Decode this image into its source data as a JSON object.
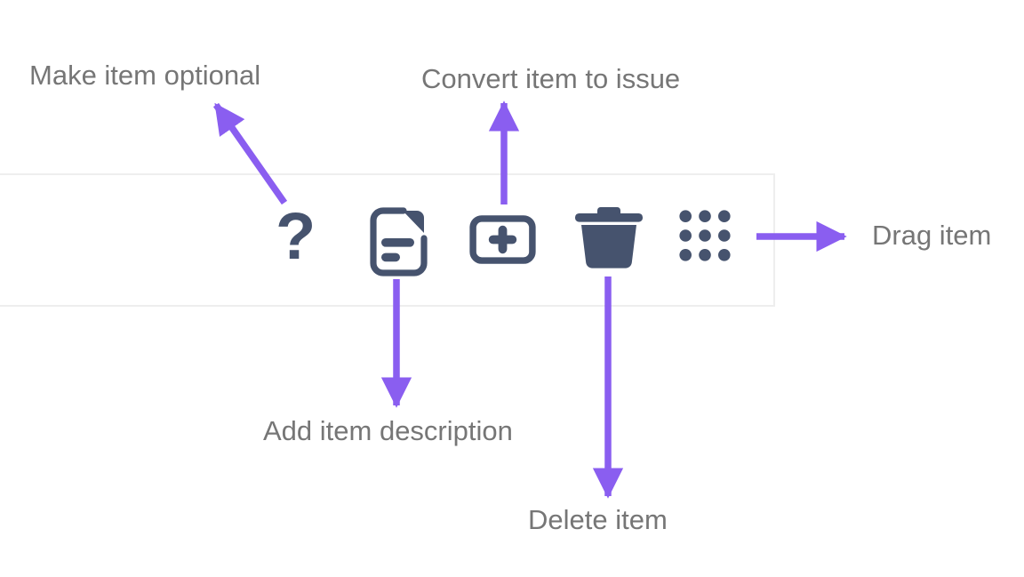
{
  "annotations": {
    "make_optional": "Make item optional",
    "convert_to_issue": "Convert item to issue",
    "add_description": "Add item description",
    "delete_item": "Delete item",
    "drag_item": "Drag item"
  },
  "toolbar": {
    "buttons": [
      {
        "name": "make-optional",
        "icon": "question-mark-icon"
      },
      {
        "name": "add-description",
        "icon": "document-text-icon"
      },
      {
        "name": "convert-to-issue",
        "icon": "plus-box-icon"
      },
      {
        "name": "delete",
        "icon": "trash-icon"
      },
      {
        "name": "drag-handle",
        "icon": "grid-dots-icon"
      }
    ]
  },
  "icons": {
    "question_glyph": "?"
  },
  "colors": {
    "icon": "#46536e",
    "arrow": "#8a5ef0",
    "label_text": "#767676",
    "toolbar_border": "#eeeeee",
    "background": "#ffffff"
  }
}
